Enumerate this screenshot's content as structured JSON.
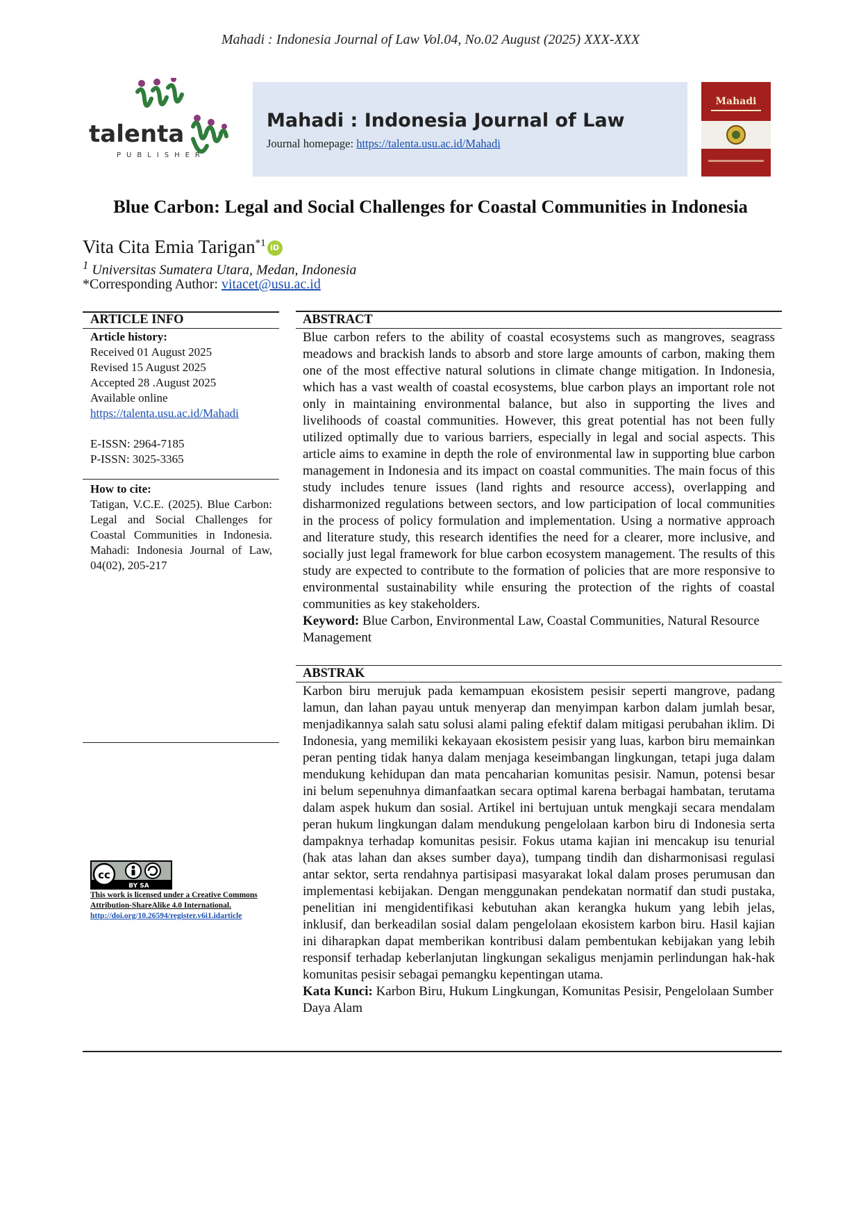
{
  "running_head": "Mahadi : Indonesia Journal of Law Vol.04, No.02 August (2025) XXX-XXX",
  "publisher": {
    "name": "talenta",
    "sub": "PUBLISHER"
  },
  "journal": {
    "title": "Mahadi : Indonesia Journal of Law",
    "homepage_label": "Journal homepage: ",
    "homepage_url": "https://talenta.usu.ac.id/Mahadi",
    "cover_title": "Mahadi"
  },
  "paper": {
    "title": "Blue Carbon: Legal and Social Challenges for Coastal Communities in Indonesia",
    "author": "Vita Cita Emia Tarigan",
    "author_sup": "*1",
    "orcid_label": "iD",
    "affiliation_sup": "1",
    "affiliation": " Universitas Sumatera Utara, Medan, Indonesia",
    "corresponding_label": "*Corresponding Author: ",
    "corresponding_email": "vitacet@usu.ac.id"
  },
  "article_info": {
    "heading": "ARTICLE   INFO",
    "history_label": "Article history:",
    "received": "Received 01 August 2025",
    "revised": "Revised 15 August 2025",
    "accepted": "Accepted 28 .August 2025",
    "available": "Available online",
    "available_url": "https://talenta.usu.ac.id/Mahadi",
    "eissn": "E-ISSN: 2964-7185",
    "pissn": "P-ISSN: 3025-3365",
    "cite_label": "How to cite:",
    "cite_text": "Tatigan, V.C.E. (2025). Blue Carbon: Legal and Social Challenges for Coastal Communities in Indonesia. Mahadi: Indonesia Journal of Law, 04(02), 205-217"
  },
  "abstract": {
    "heading": "ABSTRACT",
    "text": "Blue carbon refers to the ability of coastal ecosystems such as mangroves, seagrass meadows and brackish lands to absorb and store large amounts of carbon, making them one of the most effective natural solutions in climate change mitigation. In Indonesia, which has a vast wealth of coastal ecosystems, blue carbon plays an important role not only in maintaining environmental balance, but also in supporting the lives and livelihoods of coastal communities. However, this great potential has not been fully utilized optimally due to various barriers, especially in legal and social aspects. This article aims to examine in depth the role of environmental law in supporting blue carbon management in Indonesia and its impact on coastal communities. The main focus of this study includes tenure issues (land rights and resource access), overlapping and disharmonized regulations between sectors, and low participation of local communities in the process of policy formulation and implementation. Using a normative approach and literature study, this research identifies the need for a clearer, more inclusive, and socially just legal framework for blue carbon ecosystem management. The results of this study are expected to contribute to the formation of policies that are more responsive to environmental sustainability while ensuring the protection of the rights of coastal communities as key stakeholders.",
    "keyword_label": "Keyword:",
    "keywords": " Blue Carbon, Environmental Law, Coastal Communities, Natural Resource Management"
  },
  "abstrak": {
    "heading": "ABSTRAK",
    "text": "Karbon biru merujuk pada kemampuan ekosistem pesisir seperti mangrove, padang lamun, dan lahan payau untuk menyerap dan menyimpan karbon dalam jumlah besar, menjadikannya salah satu solusi alami paling efektif dalam mitigasi perubahan iklim. Di Indonesia, yang memiliki kekayaan ekosistem pesisir yang luas, karbon biru memainkan peran penting tidak hanya dalam menjaga keseimbangan lingkungan, tetapi juga dalam mendukung kehidupan dan mata pencaharian komunitas pesisir. Namun, potensi besar ini belum sepenuhnya dimanfaatkan secara optimal karena berbagai hambatan, terutama dalam aspek hukum dan sosial. Artikel ini bertujuan untuk mengkaji secara mendalam peran hukum lingkungan dalam mendukung pengelolaan karbon biru di Indonesia serta dampaknya terhadap komunitas pesisir. Fokus utama kajian ini mencakup isu tenurial (hak atas lahan dan akses sumber daya), tumpang tindih dan disharmonisasi regulasi antar sektor, serta rendahnya partisipasi masyarakat lokal dalam proses perumusan dan implementasi kebijakan. Dengan menggunakan pendekatan normatif dan studi pustaka, penelitian ini mengidentifikasi kebutuhan akan kerangka hukum yang lebih jelas, inklusif, dan berkeadilan sosial dalam pengelolaan ekosistem karbon biru. Hasil kajian ini diharapkan dapat memberikan kontribusi dalam pembentukan kebijakan yang lebih responsif terhadap keberlanjutan lingkungan sekaligus menjamin perlindungan hak-hak komunitas pesisir sebagai pemangku kepentingan utama.",
    "keyword_label": "Kata Kunci:",
    "keywords": " Karbon Biru, Hukum Lingkungan, Komunitas Pesisir, Pengelolaan Sumber Daya Alam"
  },
  "license": {
    "badge_label": "BY   SA",
    "text": "This work is licensed under a Creative Commons Attribution-ShareAlike 4.0 International.",
    "doi": "http://doi.org/10.26594/register.v6i1.idarticle"
  },
  "colors": {
    "banner": "#dde6f2",
    "link": "#1a4fb0",
    "logo_green": "#2f7d3a",
    "logo_purple": "#8a3b7a",
    "cover_red": "#a3201e"
  }
}
